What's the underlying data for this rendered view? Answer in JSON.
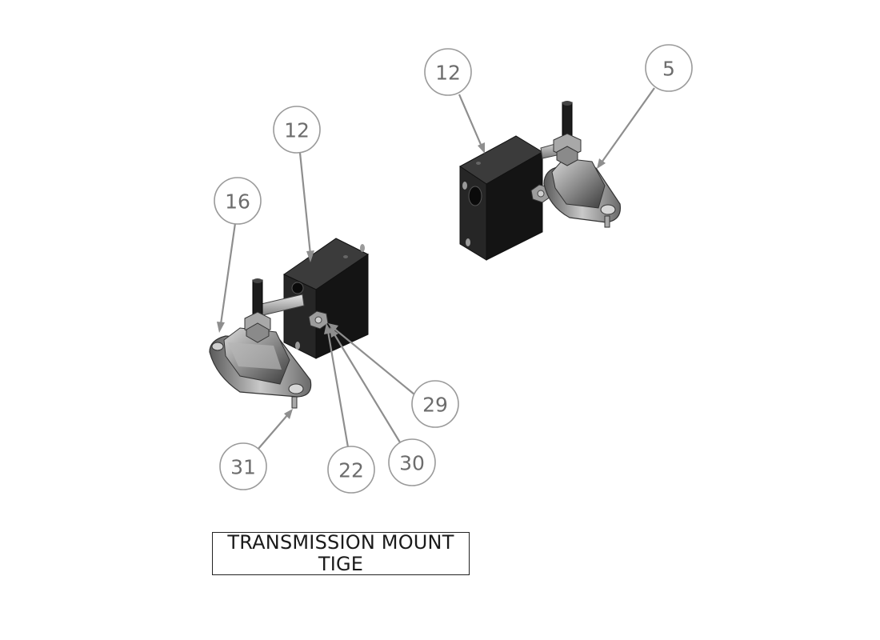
{
  "title_block": {
    "line1": "TRANSMISSION MOUNT",
    "line2": "TIGE"
  },
  "balloons": [
    {
      "id": "left-block",
      "label": "12"
    },
    {
      "id": "left-mount",
      "label": "16"
    },
    {
      "id": "left-stud",
      "label": "31"
    },
    {
      "id": "left-bolt-a",
      "label": "22"
    },
    {
      "id": "left-bolt-b",
      "label": "30"
    },
    {
      "id": "left-nut",
      "label": "29"
    },
    {
      "id": "right-block",
      "label": "12"
    },
    {
      "id": "right-mount",
      "label": "5"
    }
  ],
  "colors": {
    "block": "#1c1c1c",
    "block_top": "#3a3a3a",
    "mount_body": "#8a8a8a",
    "leader": "#8e8e8e",
    "balloon_text": "#6d6d6d"
  }
}
